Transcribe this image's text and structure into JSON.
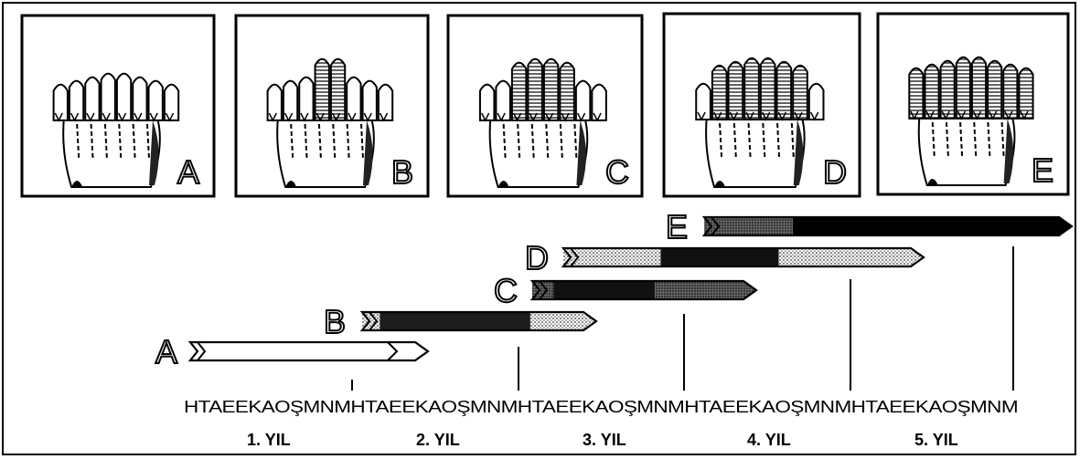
{
  "panels": [
    {
      "label": "A",
      "stage_fill": 0
    },
    {
      "label": "B",
      "stage_fill": 2
    },
    {
      "label": "C",
      "stage_fill": 4
    },
    {
      "label": "D",
      "stage_fill": 6
    },
    {
      "label": "E",
      "stage_fill": 8
    }
  ],
  "bars": [
    {
      "label": "A"
    },
    {
      "label": "B"
    },
    {
      "label": "C"
    },
    {
      "label": "D"
    },
    {
      "label": "E"
    }
  ],
  "timeline": {
    "months_text": "HTAEEKAOŞMNMHTAEEKAOŞMNMHTAEEKAOŞMNMHTAEEKAOŞMNMHTAEEKAOŞMNM",
    "years": [
      "1. YIL",
      "2. YIL",
      "3. YIL",
      "4. YIL",
      "5. YIL"
    ]
  },
  "colors": {
    "ink": "#000000",
    "paper": "#ffffff",
    "dark": "#111111",
    "stipple": "#9a9a9a"
  }
}
